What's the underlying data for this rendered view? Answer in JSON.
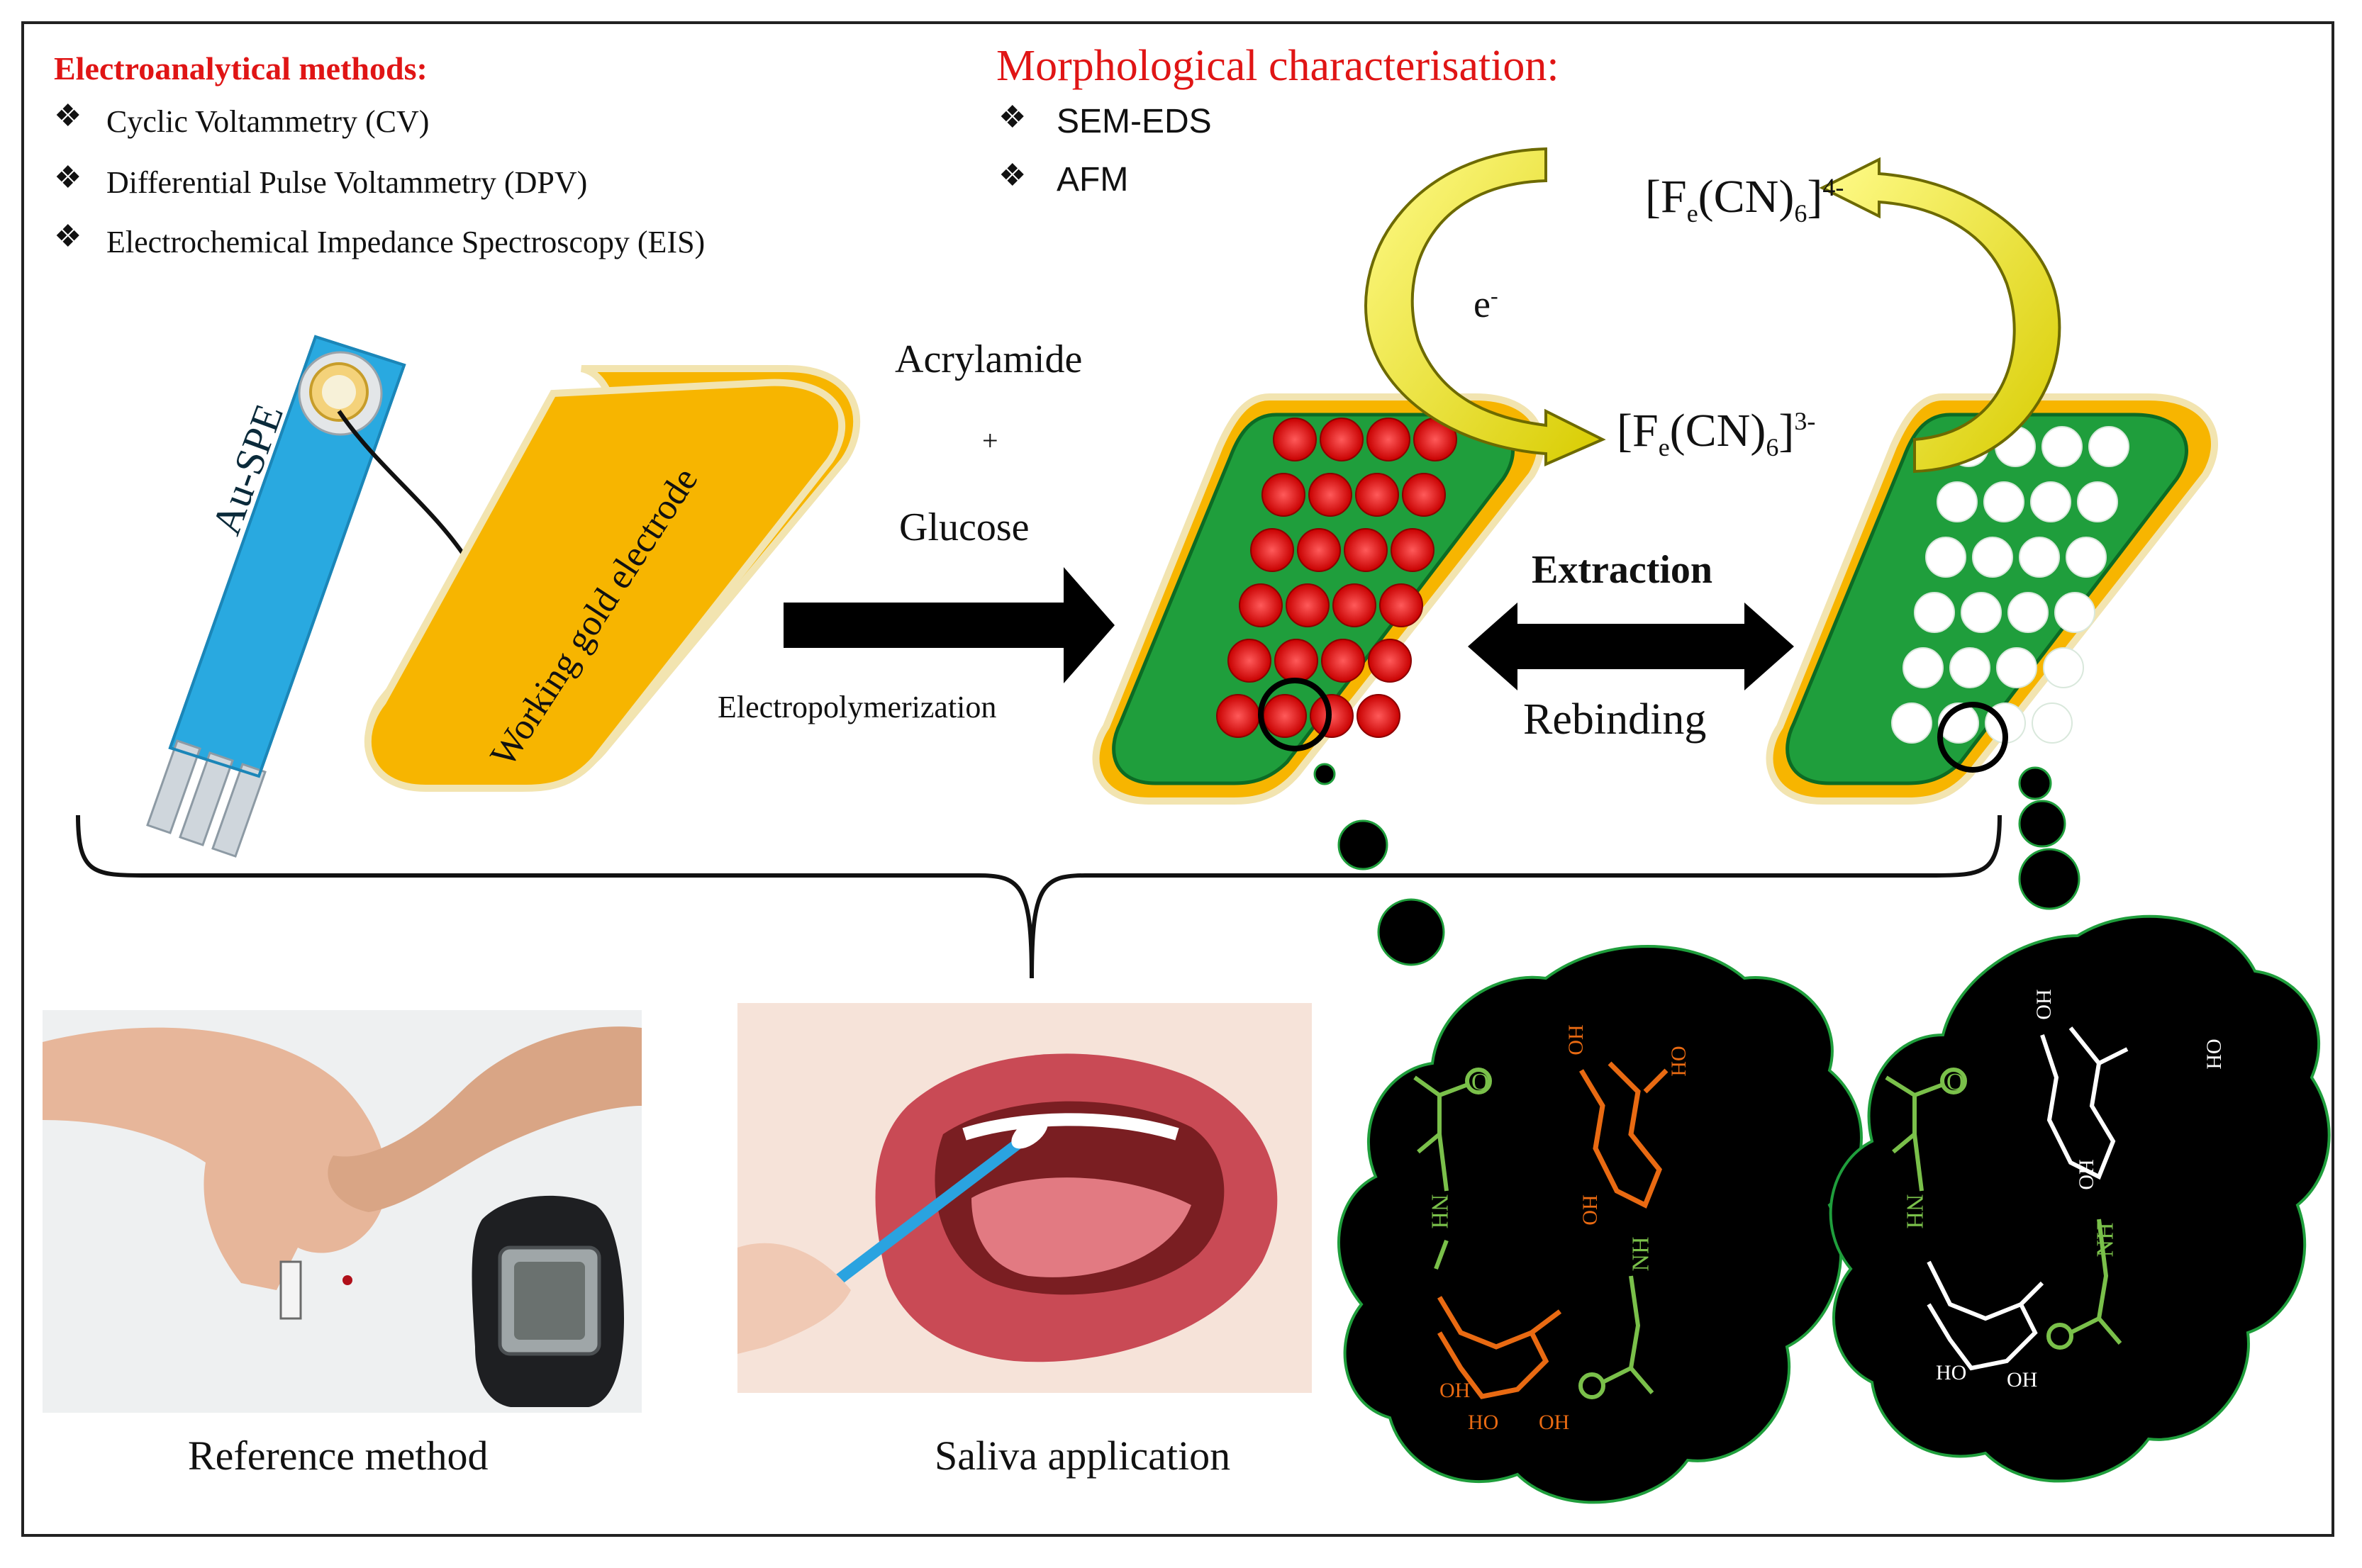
{
  "electroanalytical": {
    "title": "Electroanalytical methods:",
    "items": [
      "Cyclic Voltammetry (CV)",
      "Differential Pulse Voltammetry (DPV)",
      "Electrochemical Impedance Spectroscopy (EIS)"
    ]
  },
  "morphological": {
    "title": "Morphological characterisation:",
    "items": [
      "SEM-EDS",
      "AFM"
    ]
  },
  "electrode": {
    "spe_label": "Au-SPE",
    "working_label": "Working gold electrode"
  },
  "process": {
    "reagent_1": "Acrylamide",
    "plus": "+",
    "reagent_2": "Glucose",
    "step": "Electropolymerization",
    "extraction": "Extraction",
    "rebinding": "Rebinding"
  },
  "redox": {
    "ferro_base": "[F",
    "ferro_sub": "e",
    "ferro_mid": "(CN)",
    "ferro_sub2": "6",
    "ferro_end": "]",
    "ferro_charge": "4-",
    "ferri_charge": "3-",
    "electron": "e",
    "electron_charge": "-"
  },
  "applications": {
    "reference": "Reference method",
    "saliva": "Saliva application"
  },
  "molecules": {
    "oh": "OH",
    "ho": "HO",
    "nh": "NH",
    "o": "O"
  },
  "colors": {
    "title_red": "#e01515",
    "spe_blue": "#29a9e0",
    "gold": "#f7b500",
    "polymer_green": "#1f9e3c",
    "template_red": "#e00000",
    "arrow_yellow": "#f2ea2c",
    "acrylamide_green": "#7ac04a",
    "glucose_orange": "#e96a12"
  }
}
